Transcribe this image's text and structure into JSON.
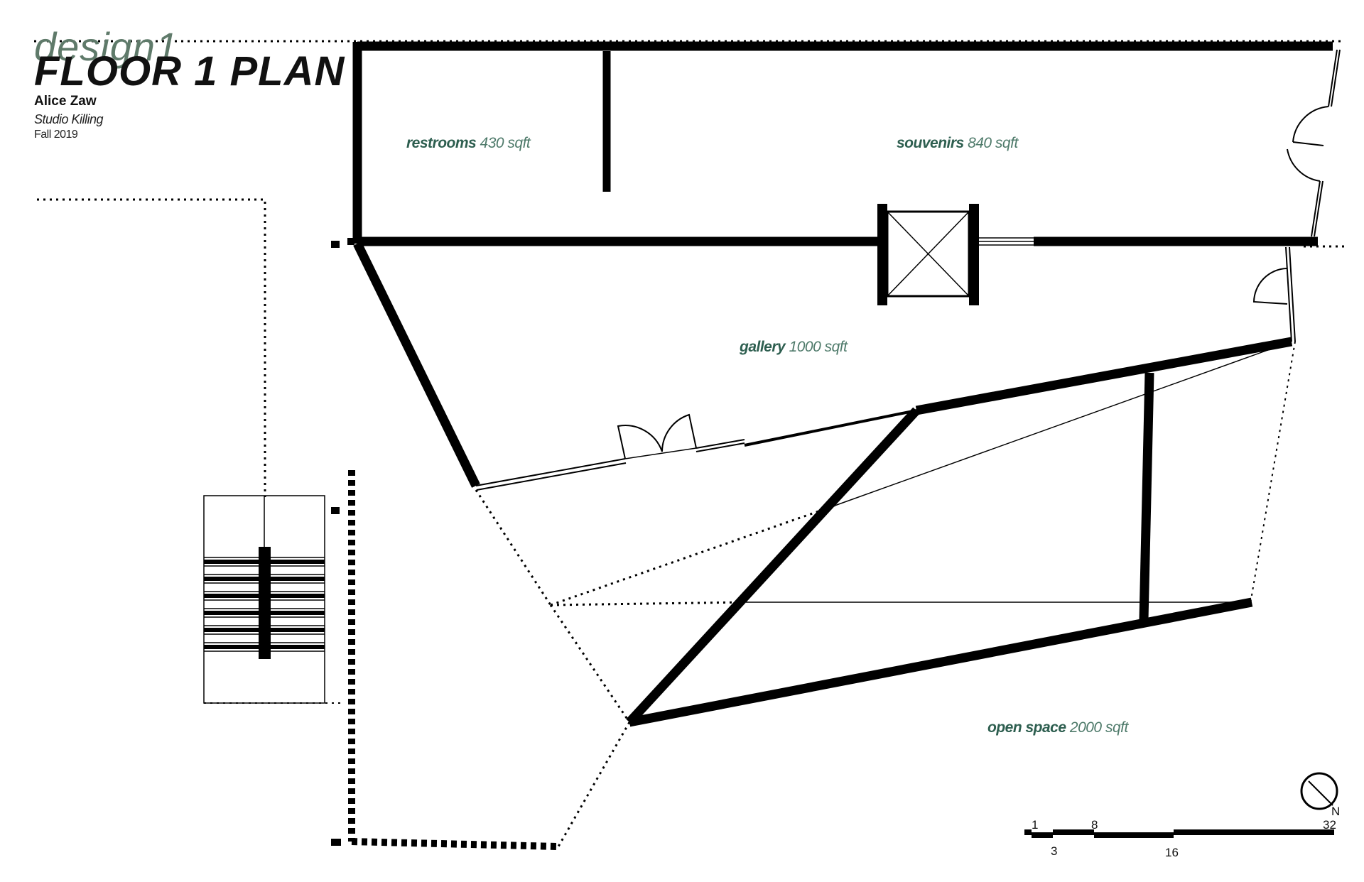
{
  "title_block": {
    "design": "design1",
    "plan_title": "FLOOR 1 PLAN",
    "author": "Alice Zaw",
    "studio": "Studio Killing",
    "term": "Fall 2019"
  },
  "rooms": [
    {
      "name": "restrooms",
      "area": "430 sqft"
    },
    {
      "name": "souvenirs",
      "area": "840 sqft"
    },
    {
      "name": "gallery",
      "area": "1000 sqft"
    },
    {
      "name": "open space",
      "area": "2000 sqft"
    }
  ],
  "scale_bar": {
    "labels": [
      "1",
      "3",
      "8",
      "16",
      "32"
    ]
  },
  "north_arrow": {
    "label": "N"
  },
  "colors": {
    "wall": "#000000",
    "label_name": "#2d5e4f",
    "label_area": "#4e7a6a",
    "design_text": "#5f7a6a"
  }
}
